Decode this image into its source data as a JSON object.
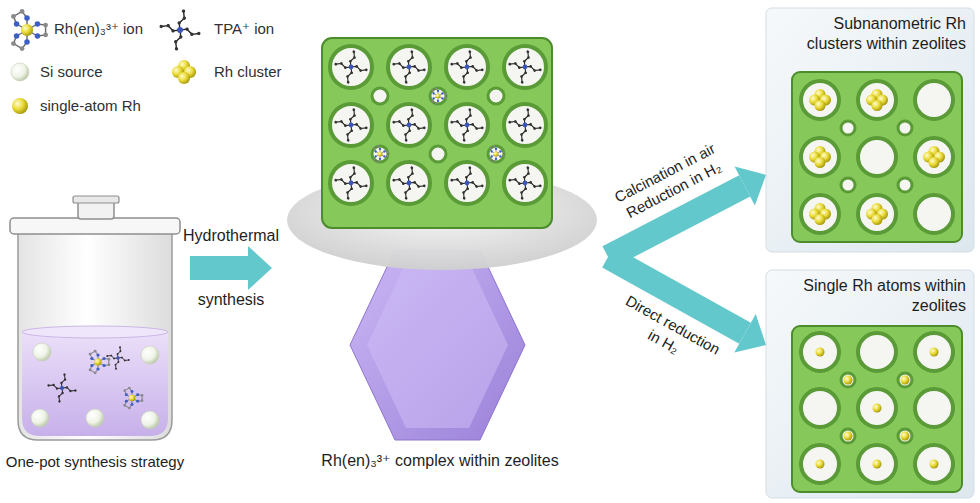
{
  "diagram": {
    "nodes": [
      {
        "text": [
          "One-pot synthesis strategy"
        ]
      },
      {
        "text": [
          "Rh(en)₃³⁺ complex within zeolites"
        ]
      },
      {
        "text": [
          "Subnanometric Rh clusters within zeolites"
        ]
      },
      {
        "text": [
          "Single Rh atoms within zeolites"
        ]
      }
    ],
    "edges": [
      {
        "from": 0,
        "to": 1,
        "arrow": "to",
        "label": "Hydrothermal synthesis"
      },
      {
        "from": 1,
        "to": 2,
        "arrow": "to",
        "label": "Calcination in air Reduction in H₂"
      },
      {
        "from": 1,
        "to": 3,
        "arrow": "to",
        "label": "Direct reduction in H₂"
      }
    ],
    "legend": [
      {
        "text": "Rh(en)₃³⁺ ion"
      },
      {
        "text": "TPA⁺ ion"
      },
      {
        "text": "Si source"
      },
      {
        "text": "Rh cluster"
      },
      {
        "text": "single-atom Rh"
      }
    ]
  }
}
